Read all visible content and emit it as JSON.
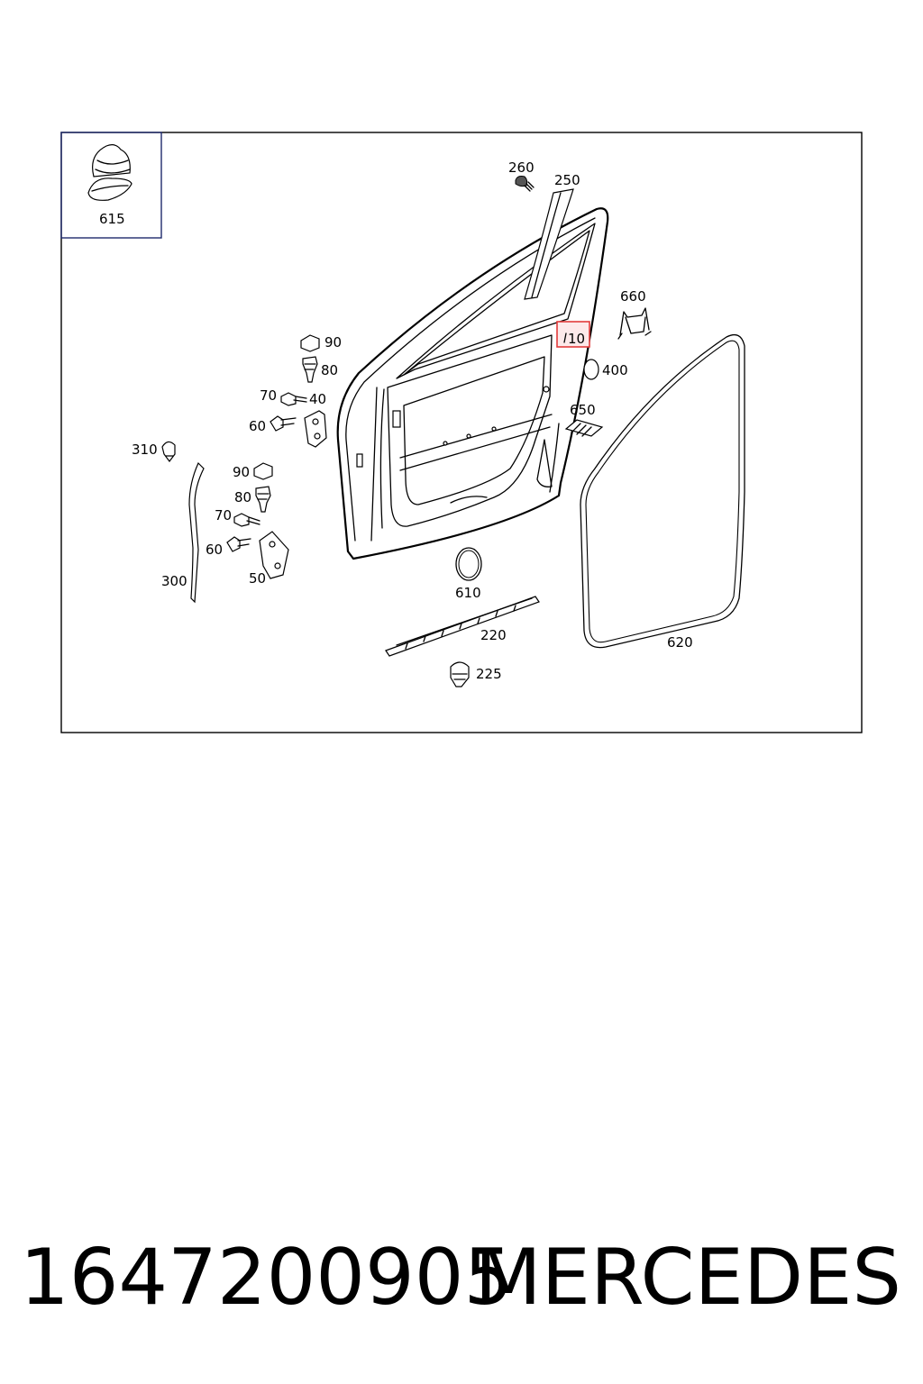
{
  "diagram": {
    "inset_label": "615",
    "highlight_label": "10",
    "highlight_color": "#e23b3b",
    "labels": {
      "l260": "260",
      "l250": "250",
      "l660": "660",
      "l400": "400",
      "l650": "650",
      "l90a": "90",
      "l80a": "80",
      "l70a": "70",
      "l40": "40",
      "l60a": "60",
      "l310": "310",
      "l90b": "90",
      "l80b": "80",
      "l70b": "70",
      "l60b": "60",
      "l50": "50",
      "l300": "300",
      "l610": "610",
      "l220": "220",
      "l225": "225",
      "l620": "620"
    }
  },
  "footer": {
    "part_number": "1647200905",
    "brand": "MERCEDES"
  }
}
